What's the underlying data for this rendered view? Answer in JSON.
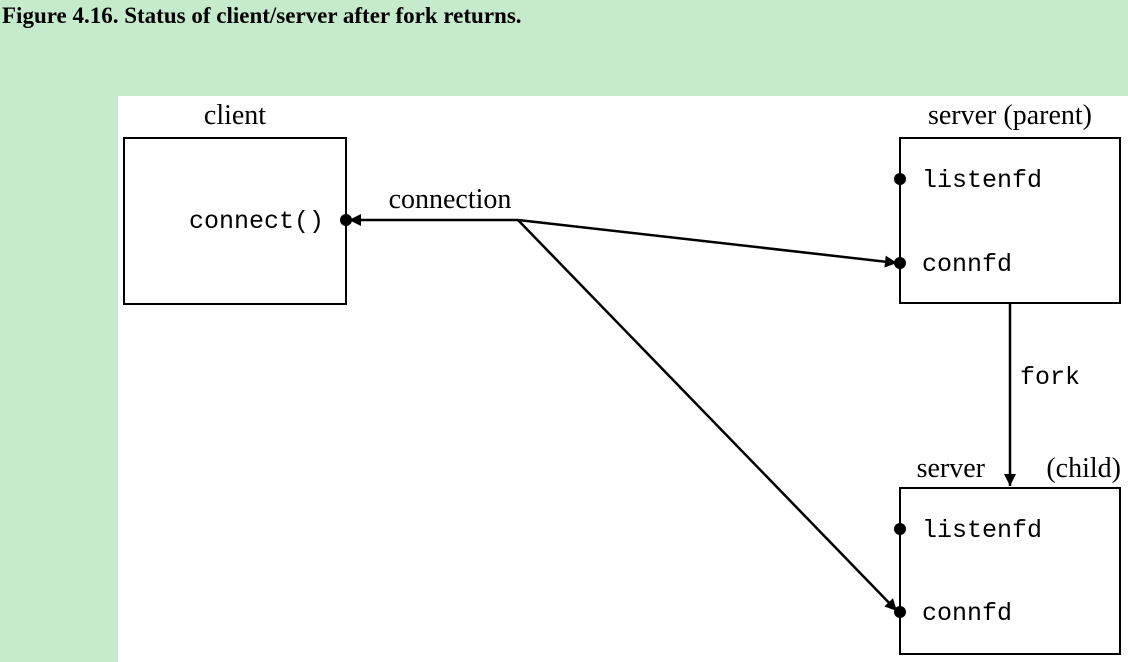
{
  "caption": "Figure 4.16. Status of client/server after fork returns.",
  "diagram": {
    "client": {
      "title": "client",
      "call": "connect()"
    },
    "connection_label": "connection",
    "server_parent": {
      "title": "server (parent)",
      "fd1": "listenfd",
      "fd2": "connfd"
    },
    "fork_label": "fork",
    "server_child": {
      "title_left": "server",
      "title_right": "(child)",
      "fd1": "listenfd",
      "fd2": "connfd"
    }
  }
}
